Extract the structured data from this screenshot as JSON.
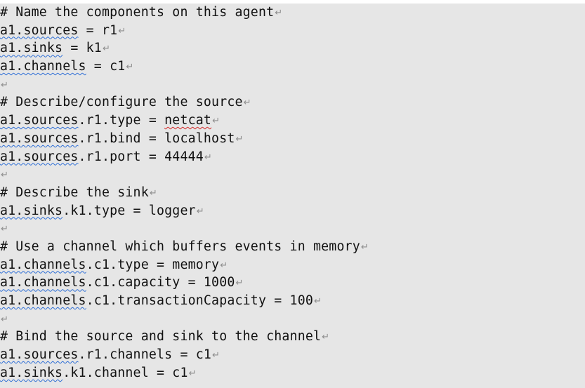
{
  "document": {
    "paragraph_mark": "↵",
    "lines": [
      {
        "segments": [
          {
            "t": "# Name the components on this agent"
          }
        ]
      },
      {
        "segments": [
          {
            "t": "a1.sources",
            "sq": "blue"
          },
          {
            "t": " = r1"
          }
        ]
      },
      {
        "segments": [
          {
            "t": "a1.sinks",
            "sq": "blue"
          },
          {
            "t": " = k1"
          }
        ]
      },
      {
        "segments": [
          {
            "t": "a1.channels",
            "sq": "blue"
          },
          {
            "t": " = c1"
          }
        ]
      },
      {
        "segments": []
      },
      {
        "segments": [
          {
            "t": "# Describe/configure the source"
          }
        ]
      },
      {
        "segments": [
          {
            "t": "a1.sources",
            "sq": "blue"
          },
          {
            "t": ".r1.type = "
          },
          {
            "t": "netcat",
            "sq": "red"
          }
        ]
      },
      {
        "segments": [
          {
            "t": "a1.sources",
            "sq": "blue"
          },
          {
            "t": ".r1.bind = localhost"
          }
        ]
      },
      {
        "segments": [
          {
            "t": "a1.sources",
            "sq": "blue"
          },
          {
            "t": ".r1.port = 44444"
          }
        ]
      },
      {
        "segments": []
      },
      {
        "segments": [
          {
            "t": "# Describe the sink"
          }
        ]
      },
      {
        "segments": [
          {
            "t": "a1.sinks",
            "sq": "blue"
          },
          {
            "t": ".k1.type = logger"
          }
        ]
      },
      {
        "segments": []
      },
      {
        "segments": [
          {
            "t": "# Use a channel which buffers events in memory"
          }
        ]
      },
      {
        "segments": [
          {
            "t": "a1.channels",
            "sq": "blue"
          },
          {
            "t": ".c1.type = memory"
          }
        ]
      },
      {
        "segments": [
          {
            "t": "a1.channels",
            "sq": "blue"
          },
          {
            "t": ".c1.capacity = 1000"
          }
        ]
      },
      {
        "segments": [
          {
            "t": "a1.channels",
            "sq": "blue"
          },
          {
            "t": ".c1.transactionCapacity = 100"
          }
        ]
      },
      {
        "segments": []
      },
      {
        "segments": [
          {
            "t": "# Bind the source and sink to the channel"
          }
        ]
      },
      {
        "segments": [
          {
            "t": "a1.sources",
            "sq": "blue"
          },
          {
            "t": ".r1.channels = c1"
          }
        ]
      },
      {
        "segments": [
          {
            "t": "a1.sinks",
            "sq": "blue"
          },
          {
            "t": ".k1.channel = c1"
          }
        ]
      }
    ]
  },
  "colors": {
    "page_background": "#e6e6e6",
    "text": "#111111",
    "spellcheck_blue": "#2f6fd6",
    "spellcheck_red": "#d42a2a",
    "paragraph_mark": "#8d8d8d"
  }
}
